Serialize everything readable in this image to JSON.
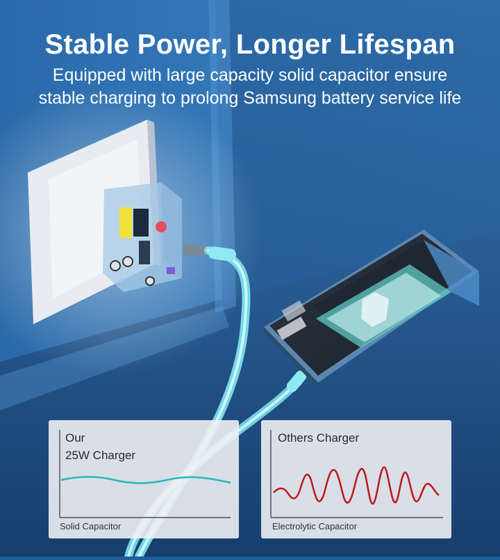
{
  "headline": "Stable Power, Longer Lifespan",
  "subline_1": "Equipped with large capacity solid capacitor ensure",
  "subline_2": "stable charging to prolong Samsung battery service life",
  "panels": {
    "ours": {
      "title_1": "Our",
      "title_2": "25W Charger",
      "caption": "Solid Capacitor",
      "wave_color": "#2bb5b8"
    },
    "others": {
      "title_1": "Others Charger",
      "caption": "Electrolytic Capacitor",
      "wave_color": "#c0161c"
    }
  },
  "colors": {
    "accent_cyan": "#7fe6f0",
    "wall_blue": "#2f74b4",
    "phone_frame": "#5d87b0"
  }
}
